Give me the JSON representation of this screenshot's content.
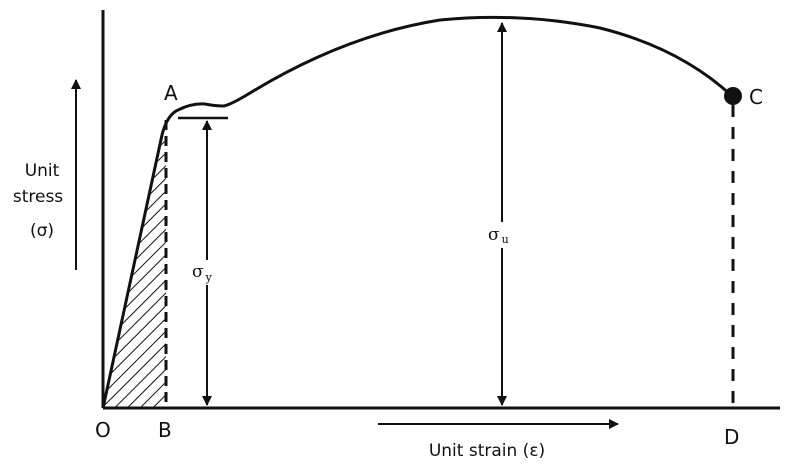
{
  "diagram": {
    "points": {
      "A": "A",
      "B": "B",
      "C": "C",
      "D": "D",
      "O": "O"
    },
    "y_axis_label": {
      "line1": "Unit",
      "line2": "stress",
      "line3": "(σ)"
    },
    "x_axis_label": "Unit strain (ε)",
    "yield_stress": {
      "symbol": "σ",
      "subscript": "y"
    },
    "ultimate_stress": {
      "symbol": "σ",
      "subscript": "u"
    },
    "colors": {
      "ink": "#111111",
      "background": "#ffffff"
    }
  }
}
